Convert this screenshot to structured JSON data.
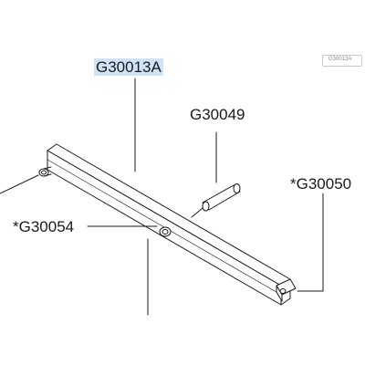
{
  "diagram": {
    "callouts": {
      "bar_main": "G30013A",
      "pin": "G30049",
      "end_fitting": "*G30050",
      "bushing": "*G30054"
    },
    "selection_chip": "G30013A",
    "colors": {
      "line": "#1a1a1a",
      "highlight": "#cfe3f7",
      "background": "#ffffff"
    }
  }
}
